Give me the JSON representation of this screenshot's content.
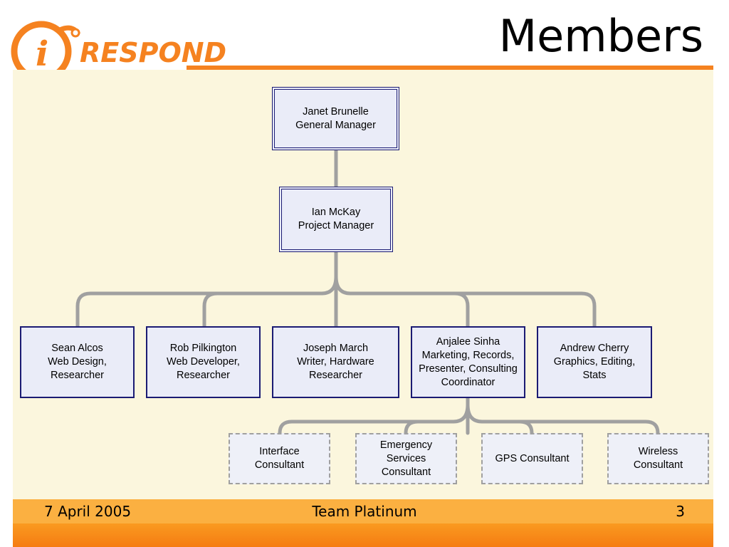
{
  "header": {
    "title": "Members",
    "logo_text": "RESPOND",
    "logo_glyph": "i"
  },
  "org_chart": {
    "general_manager": {
      "name": "Janet Brunelle",
      "role": "General Manager"
    },
    "project_manager": {
      "name": "Ian McKay",
      "role": "Project Manager"
    },
    "team": [
      {
        "line1": "Sean Alcos",
        "line2": "Web Design,",
        "line3": "Researcher"
      },
      {
        "line1": "Rob Pilkington",
        "line2": "Web Developer,",
        "line3": "Researcher"
      },
      {
        "line1": "Joseph March",
        "line2": "Writer, Hardware",
        "line3": "Researcher"
      },
      {
        "line1": "Anjalee Sinha",
        "line2": "Marketing, Records,",
        "line3": "Presenter, Consulting",
        "line4": "Coordinator"
      },
      {
        "line1": "Andrew Cherry",
        "line2": "Graphics, Editing,",
        "line3": "Stats"
      }
    ],
    "consultants": [
      {
        "line1": "Interface",
        "line2": "Consultant"
      },
      {
        "line1": "Emergency",
        "line2": "Services",
        "line3": "Consultant"
      },
      {
        "line1": "GPS Consultant"
      },
      {
        "line1": "Wireless",
        "line2": "Consultant"
      }
    ]
  },
  "footer": {
    "date": "7 April 2005",
    "team": "Team Platinum",
    "page": "3"
  },
  "colors": {
    "accent": "#f58220",
    "content_bg": "#fbf6dd",
    "node_border": "#1b1b73",
    "connector": "#a0a0a0"
  }
}
